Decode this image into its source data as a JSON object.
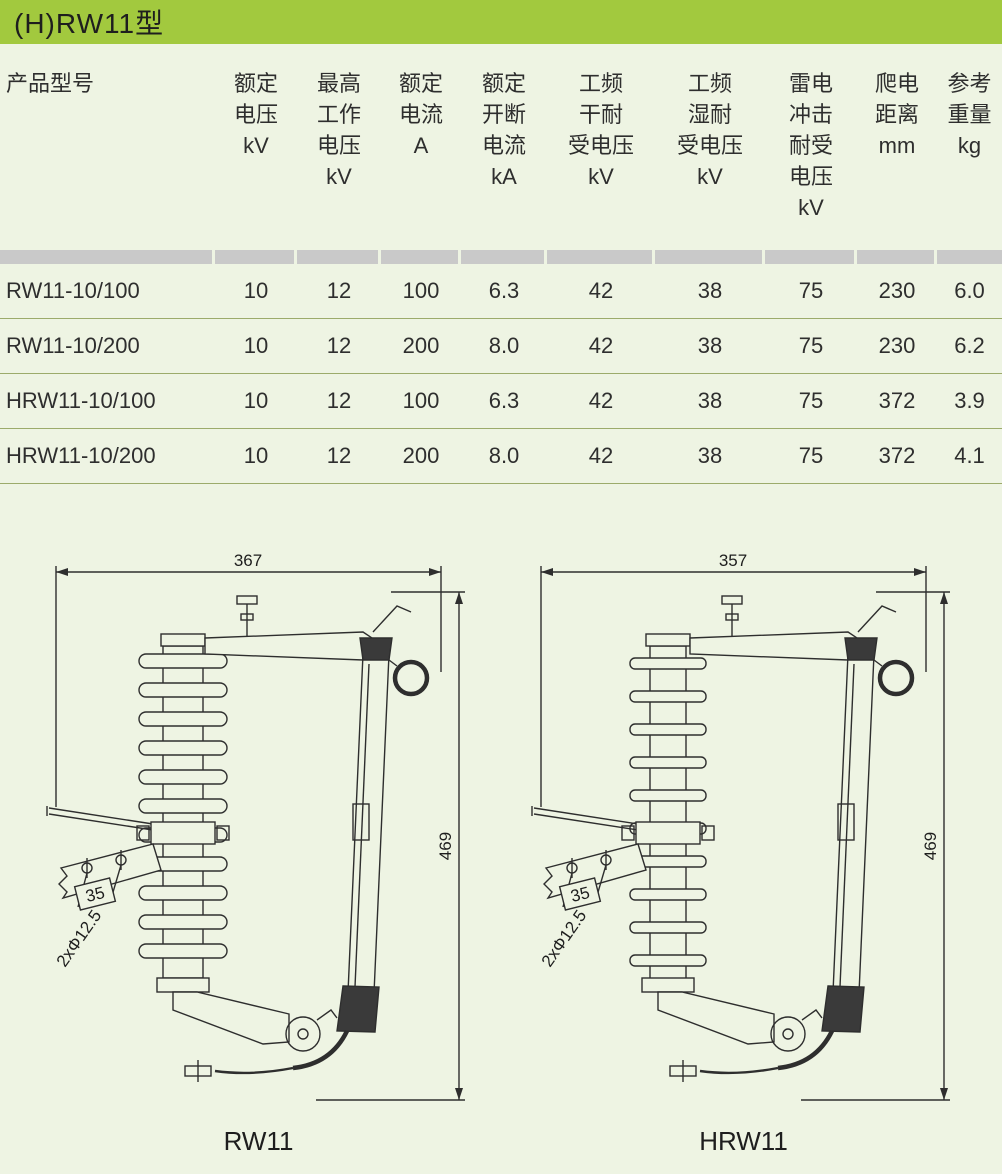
{
  "page": {
    "title": "(H)RW11型",
    "colors": {
      "title_bar_bg": "#a2c93e",
      "page_bg": "#eef4e3",
      "row_line": "#9cab6b",
      "separator_band": "#c9c9c9"
    }
  },
  "table": {
    "columns": [
      "产品型号",
      "额定\n电压\nkV",
      "最高\n工作\n电压\nkV",
      "额定\n电流\nA",
      "额定\n开断\n电流\nkA",
      "工频\n干耐\n受电压\nkV",
      "工频\n湿耐\n受电压\nkV",
      "雷电\n冲击\n耐受\n电压\nkV",
      "爬电\n距离\nmm",
      "参考\n重量\nkg"
    ],
    "rows": [
      [
        "RW11-10/100",
        "10",
        "12",
        "100",
        "6.3",
        "42",
        "38",
        "75",
        "230",
        "6.0"
      ],
      [
        "RW11-10/200",
        "10",
        "12",
        "200",
        "8.0",
        "42",
        "38",
        "75",
        "230",
        "6.2"
      ],
      [
        "HRW11-10/100",
        "10",
        "12",
        "100",
        "6.3",
        "42",
        "38",
        "75",
        "372",
        "3.9"
      ],
      [
        "HRW11-10/200",
        "10",
        "12",
        "200",
        "8.0",
        "42",
        "38",
        "75",
        "372",
        "4.1"
      ]
    ]
  },
  "figures": [
    {
      "name": "RW11",
      "width_dim": "367",
      "height_dim": "469",
      "hole_spacing": "35",
      "hole_label": "2xΦ12.5"
    },
    {
      "name": "HRW11",
      "width_dim": "357",
      "height_dim": "469",
      "hole_spacing": "35",
      "hole_label": "2xΦ12.5"
    }
  ]
}
